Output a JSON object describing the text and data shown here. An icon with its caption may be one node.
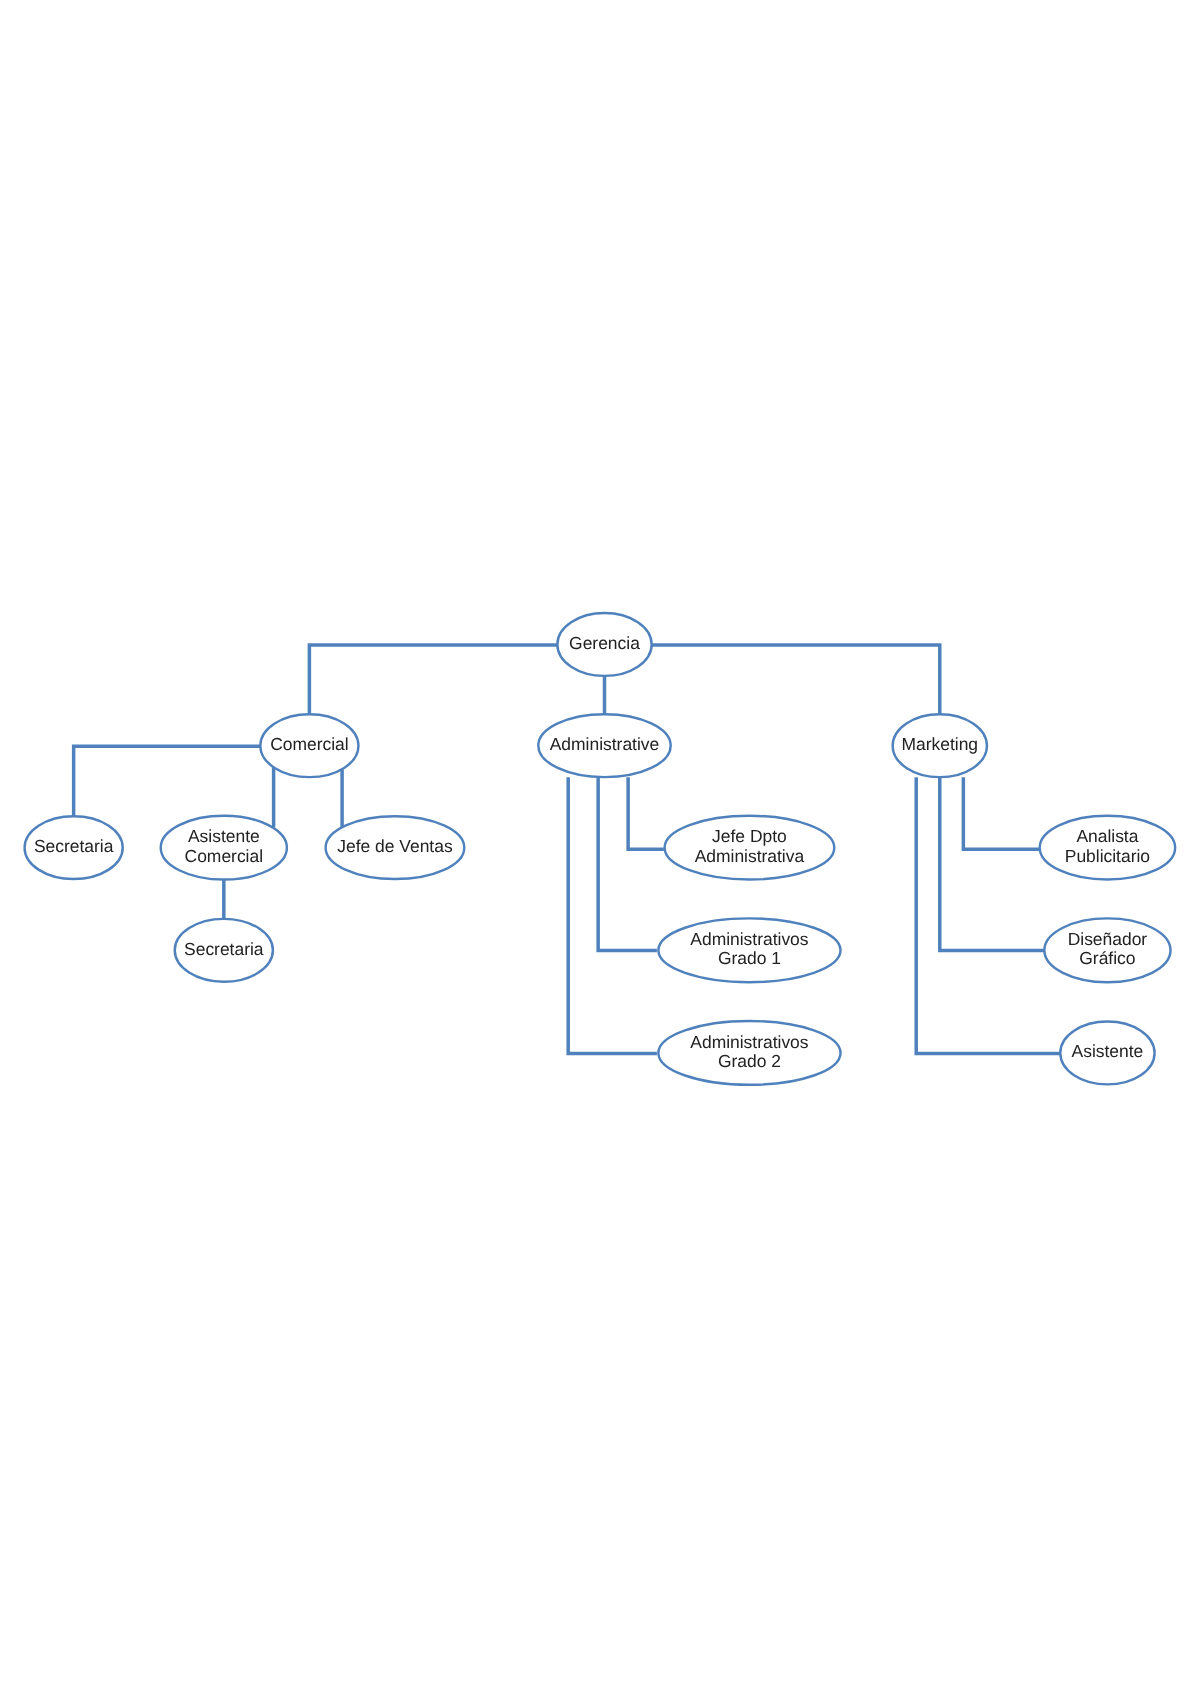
{
  "diagram": {
    "nodes": [
      {
        "text": [
          "Gerencia"
        ]
      },
      {
        "text": [
          "Comercial"
        ]
      },
      {
        "text": [
          "Administrative"
        ]
      },
      {
        "text": [
          "Marketing"
        ]
      },
      {
        "text": [
          "Secretaria"
        ]
      },
      {
        "text": [
          "Asistente Comercial"
        ]
      },
      {
        "text": [
          "Jefe de Ventas"
        ]
      },
      {
        "text": [
          "Secretaria"
        ]
      },
      {
        "text": [
          "Jefe Dpto Administrativa"
        ]
      },
      {
        "text": [
          "Administrativos Grado 1"
        ]
      },
      {
        "text": [
          "Administrativos Grado 2"
        ]
      },
      {
        "text": [
          "Analista Publicitario"
        ]
      },
      {
        "text": [
          "Diseñador Gráfico"
        ]
      },
      {
        "text": [
          "Asistente"
        ]
      }
    ],
    "edges": [
      {
        "from": 0,
        "to": 1,
        "arrow": "none"
      },
      {
        "from": 0,
        "to": 2,
        "arrow": "none"
      },
      {
        "from": 0,
        "to": 3,
        "arrow": "none"
      },
      {
        "from": 1,
        "to": 4,
        "arrow": "none"
      },
      {
        "from": 1,
        "to": 5,
        "arrow": "none"
      },
      {
        "from": 1,
        "to": 6,
        "arrow": "none"
      },
      {
        "from": 5,
        "to": 7,
        "arrow": "none"
      },
      {
        "from": 2,
        "to": 8,
        "arrow": "none"
      },
      {
        "from": 2,
        "to": 9,
        "arrow": "none"
      },
      {
        "from": 2,
        "to": 10,
        "arrow": "none"
      },
      {
        "from": 3,
        "to": 11,
        "arrow": "none"
      },
      {
        "from": 3,
        "to": 12,
        "arrow": "none"
      },
      {
        "from": 3,
        "to": 13,
        "arrow": "none"
      }
    ]
  }
}
